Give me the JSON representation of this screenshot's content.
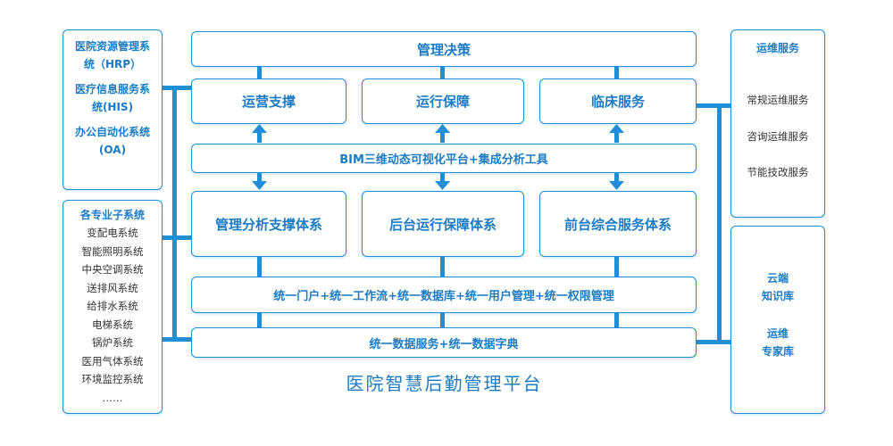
{
  "top": {
    "decision": "管理决策"
  },
  "tier2": {
    "ops_support": "运营支撑",
    "run_guarantee": "运行保障",
    "clinical_service": "临床服务"
  },
  "bim_platform": "BIM三维动态可视化平台+集成分析工具",
  "tier4": {
    "mgmt_analysis": "管理分析支撑体系",
    "backend_ops": "后台运行保障体系",
    "frontend_service": "前台综合服务体系"
  },
  "unified_portal": "统一门户+统一工作流+统一数据库+统一用户管理+统一权限管理",
  "unified_data": "统一数据服务+统一数据字典",
  "platform_title": "医院智慧后勤管理平台",
  "left_top": [
    {
      "line1": "医院资源管理系",
      "line2": "统（HRP）"
    },
    {
      "line1": "医疗信息服务系",
      "line2": "统(HIS)"
    },
    {
      "line1": "办公自动化系统",
      "line2": "(OA)"
    }
  ],
  "left_bottom": {
    "title": "各专业子系统",
    "items": [
      "变配电系统",
      "智能照明系统",
      "中央空调系统",
      "送排风系统",
      "给排水系统",
      "电梯系统",
      "锅炉系统",
      "医用气体系统",
      "环境监控系统",
      "……"
    ]
  },
  "right_top": {
    "title": "运维服务",
    "items": [
      "常规运维服务",
      "咨询运维服务",
      "节能技改服务"
    ]
  },
  "right_bottom": [
    {
      "line1": "云端",
      "line2": "知识库"
    },
    {
      "line1": "运维",
      "line2": "专家库"
    }
  ],
  "colors": {
    "accent": "#1f8fd6",
    "text_blue": "#1b7bc4"
  }
}
